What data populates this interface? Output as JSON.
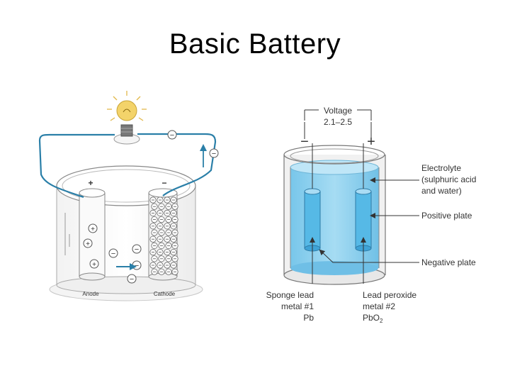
{
  "slide": {
    "title": "Basic Battery"
  },
  "left_diagram": {
    "anode_label": "Anode",
    "cathode_label": "Cathode",
    "plus_sign": "+",
    "minus_sign": "−"
  },
  "right_diagram": {
    "voltage_title": "Voltage",
    "voltage_range": "2.1–2.5",
    "minus_terminal": "−",
    "plus_terminal": "+",
    "electrolyte_line1": "Electrolyte",
    "electrolyte_line2": "(sulphuric acid",
    "electrolyte_line3": "and water)",
    "positive_plate": "Positive plate",
    "negative_plate": "Negative plate",
    "sponge_line1": "Sponge lead",
    "sponge_line2": "metal #1",
    "sponge_line3": "Pb",
    "peroxide_line1": "Lead peroxide",
    "peroxide_line2": "metal #2",
    "peroxide_line3": "PbO",
    "peroxide_subscript": "2"
  },
  "colors": {
    "wire": "#2a7fa8",
    "electrolyte": "#8fd0ee",
    "plate": "#56b9e6",
    "bulb": "#f3d36a"
  }
}
